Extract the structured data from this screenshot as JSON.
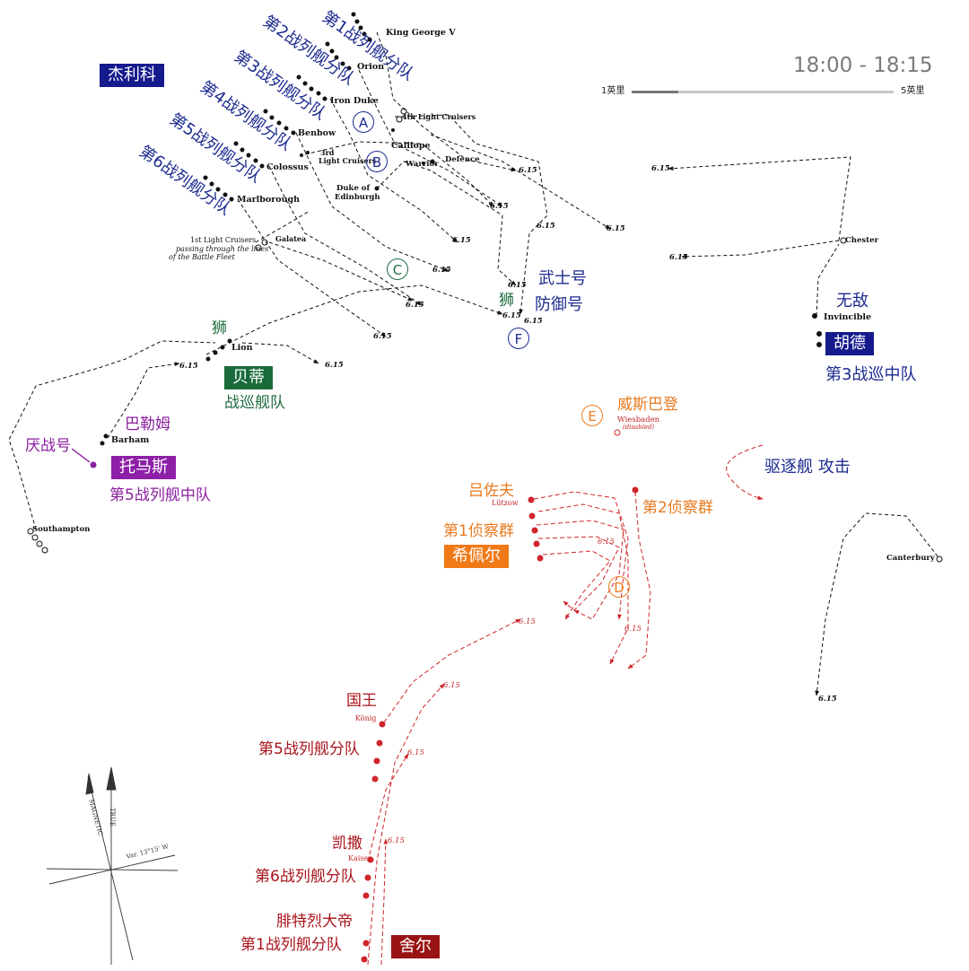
{
  "title": "18:00 - 18:15",
  "scale": {
    "left_label": "1英里",
    "right_label": "5英里"
  },
  "commanders": {
    "jellicoe": "杰利科",
    "beatty": "贝蒂",
    "thomas": "托马斯",
    "hood": "胡德",
    "hipper": "希佩尔",
    "scheer": "舍尔"
  },
  "british_labels": {
    "div1": "第1战列舰分队",
    "div2": "第2战列舰分队",
    "div3": "第3战列舰分队",
    "div4": "第4战列舰分队",
    "div5": "第5战列舰分队",
    "div6": "第6战列舰分队",
    "warrior_defence": "武士号",
    "defence": "防御号",
    "lion_a": "狮",
    "lion_b": "狮",
    "bc_fleet": "战巡舰队",
    "barham": "巴勒姆",
    "warspite": "厌战号",
    "bs5": "第5战列舰中队",
    "invincible": "无敌",
    "bc3": "第3战巡中队",
    "destroyer_attack": "驱逐舰 攻击"
  },
  "german_labels": {
    "wiesbaden": "威斯巴登",
    "lutzow": "吕佐夫",
    "sg1": "第1侦察群",
    "sg2": "第2侦察群",
    "konig": "国王",
    "bs5_de": "第5战列舰分队",
    "kaiser": "凯撒",
    "bs6_de": "第6战列舰分队",
    "friedrich": "腓特烈大帝",
    "bs1_de": "第1战列舰分队"
  },
  "ship_names": {
    "king_george": "King George V",
    "orion": "Orion",
    "iron_duke": "Iron Duke",
    "benbow": "Benbow",
    "colossus": "Colossus",
    "marlborough": "Marlborough",
    "lc4": "4th Light Cruisers",
    "calliope": "Calliope",
    "warrior": "Warrior",
    "defence": "Defence",
    "lc3_a": "3rd",
    "lc3_b": "Light Cruisers",
    "duke_a": "Duke of",
    "duke_b": "Edinburgh",
    "lc1": "1st Light Cruisers",
    "lc1_note_a": "passing through the lines",
    "lc1_note_b": "of the Battle Fleet",
    "galatea": "Galatea",
    "lion": "Lion",
    "barham": "Barham",
    "southampton": "Southampton",
    "chester": "Chester",
    "invincible": "Invincible",
    "canterbury": "Canterbury",
    "wiesbaden": "Wiesbaden",
    "wiesbaden_note": "(disabled)",
    "lutzow": "Lützow",
    "konig": "König",
    "kaiser": "Kaiser"
  },
  "markers": [
    "A",
    "B",
    "C",
    "D",
    "E",
    "F"
  ],
  "time_mark": "6.15",
  "compass": {
    "variation": "Var. 13°15' W",
    "magnetic": "MAGNETIC",
    "true": "TRUE"
  },
  "colors": {
    "british": "#1c2a8f",
    "beatty_green": "#1c6b3e",
    "evan_thomas_purple": "#8a1f9e",
    "hipper_orange": "#ee7d1b",
    "scheer_red": "#9b1212",
    "german_track": "#d0252b"
  }
}
